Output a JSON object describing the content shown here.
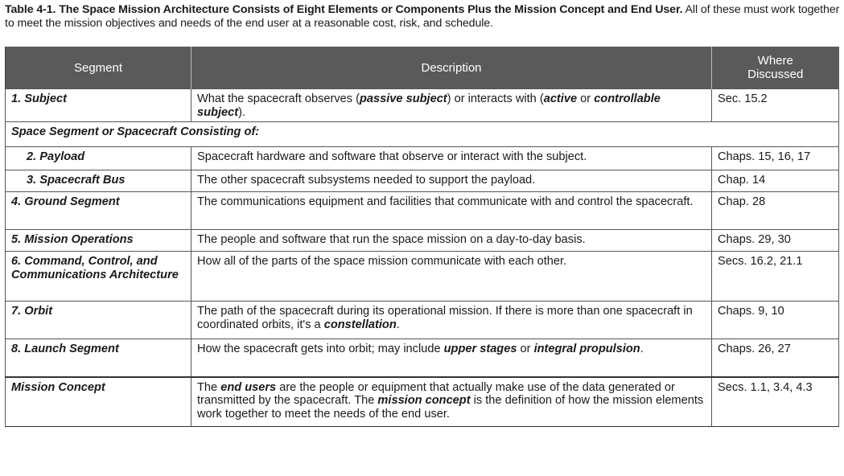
{
  "caption": {
    "bold": "Table 4-1.  The Space Mission Architecture Consists of Eight Elements or Components Plus the Mission Concept and End User.",
    "rest": " All of these must work together to meet the mission objectives and needs of the end user at a reasonable cost, risk, and schedule."
  },
  "headers": {
    "segment": "Segment",
    "description": "Description",
    "where": "Where Discussed"
  },
  "rows": [
    {
      "segment": "1. Subject",
      "desc": [
        {
          "t": "What the spacecraft observes ("
        },
        {
          "t": "passive subject",
          "bi": true
        },
        {
          "t": ") or interacts with ("
        },
        {
          "t": "active",
          "bi": true
        },
        {
          "t": " or "
        },
        {
          "t": "controllable subject",
          "bi": true
        },
        {
          "t": ")."
        }
      ],
      "where": "Sec. 15.2"
    },
    {
      "full": "Space Segment or Spacecraft Consisting of:"
    },
    {
      "segment": "2. Payload",
      "indent": true,
      "desc": [
        {
          "t": "Spacecraft hardware and software that observe or interact with the subject."
        }
      ],
      "where": "Chaps. 15, 16, 17"
    },
    {
      "segment": "3. Spacecraft Bus",
      "indent": true,
      "desc": [
        {
          "t": "The other spacecraft subsystems needed to support the payload."
        }
      ],
      "where": "Chap. 14"
    },
    {
      "segment": "4. Ground Segment",
      "desc": [
        {
          "t": "The communications equipment and facilities that communicate with and control the spacecraft."
        }
      ],
      "where": "Chap. 28"
    },
    {
      "segment": "5. Mission Operations",
      "desc": [
        {
          "t": "The people and software that run the space mission on a day-to-day basis."
        }
      ],
      "where": "Chaps. 29, 30"
    },
    {
      "segment": "6. Command, Control, and Communications Architecture",
      "desc": [
        {
          "t": "How all of the parts of the space mission communicate with each other."
        }
      ],
      "where": "Secs. 16.2, 21.1"
    },
    {
      "segment": "7. Orbit",
      "desc": [
        {
          "t": "The path of the spacecraft during its operational mission. If there is more than one spacecraft in coordinated orbits, it's a "
        },
        {
          "t": "constellation",
          "bi": true
        },
        {
          "t": "."
        }
      ],
      "where": "Chaps. 9, 10"
    },
    {
      "segment": "8. Launch Segment",
      "desc": [
        {
          "t": "How the spacecraft gets into orbit; may include "
        },
        {
          "t": "upper stages",
          "bi": true
        },
        {
          "t": " or "
        },
        {
          "t": "integral propulsion",
          "bi": true
        },
        {
          "t": "."
        }
      ],
      "where": "Chaps. 26, 27"
    },
    {
      "segment": "Mission Concept",
      "thick": true,
      "last": true,
      "desc": [
        {
          "t": "The "
        },
        {
          "t": "end users",
          "bi": true
        },
        {
          "t": " are the people or equipment that actually make use of the data generated or transmitted by the spacecraft. The "
        },
        {
          "t": "mission concept",
          "bi": true
        },
        {
          "t": " is the definition of how the mission elements work together to meet the needs of the end user."
        }
      ],
      "where": "Secs. 1.1, 3.4, 4.3"
    }
  ]
}
